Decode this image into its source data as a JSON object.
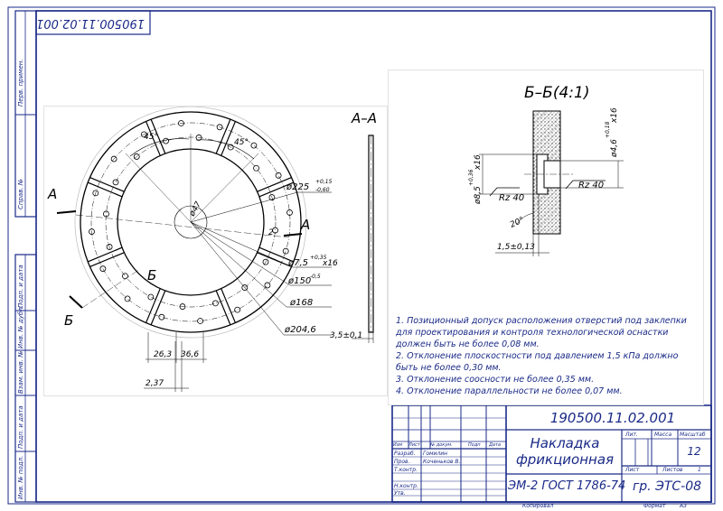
{
  "drawing": {
    "number": "190500.11.02.001",
    "number_rotated": "190500.11.02.001",
    "title_line1": "Накладка",
    "title_line2": "фрикционная",
    "material": "ЭМ-2 ГОСТ 1786-74",
    "group": "гр. ЭТС-08",
    "scale": "12",
    "copied": "Копировал",
    "format_label": "Формат",
    "format_value": "А3",
    "sheets_label": "Листов",
    "sheets_value": "1"
  },
  "title_block": {
    "headers": [
      "Изм",
      "Лист",
      "№ докум.",
      "Подп",
      "Дата"
    ],
    "roles": [
      "Разраб.",
      "Пров.",
      "Т.контр.",
      "Н.контр.",
      "Утв."
    ],
    "names": [
      "Гомилин",
      "Коченьков В."
    ],
    "lit_label": "Лит.",
    "mass_label": "Масса",
    "scale_label": "Масштаб",
    "sheet_label": "Лист"
  },
  "margin_labels": [
    "Перв. примен.",
    "Справ. №",
    "Подп. и дата",
    "Инв. № дубл.",
    "Взам. инв. №",
    "Подп. и дата",
    "Инв. № подл."
  ],
  "section_views": {
    "aa_label": "А–А",
    "bb_label": "Б–Б(4:1)",
    "cut_a": "А",
    "cut_b": "Б"
  },
  "dimensions": {
    "angle1": "45°",
    "angle2": "45°",
    "d225": "ø225",
    "d225_tol_up": "+0,15",
    "d225_tol_dn": "-0,60",
    "d47": "ø47",
    "d7_5": "ø7,5",
    "d7_5_tol": "+0,35",
    "d7_5_count": "х16",
    "d150": "ø150",
    "d150_tol": "-0,5",
    "d168": "ø168",
    "d204": "ø204,6",
    "thick": "3,5±0,1",
    "w26": "26,3",
    "w36": "36,6",
    "w237": "2,37",
    "two": "2",
    "d4_6": "ø4,6",
    "d4_6_tol": "+0,18",
    "d4_6_count": "х16",
    "d8_5": "ø8,5",
    "d8_5_tol": "+0,36",
    "d8_5_count": "х16",
    "rz1": "Rz 40",
    "rz2": "Rz 40",
    "chamfer": "20°",
    "depth": "1,5±0,13"
  },
  "notes": [
    "1. Позиционный допуск расположения отверстий под заклепки",
    "для проектирования и контроля технологической оснастки",
    "должен быть не более 0,08 мм.",
    "2. Отклонение плоскостности под давлением 1,5 кПа должно",
    "быть не более 0,30 мм.",
    "3. Отклонение соосности не более 0,35 мм.",
    "4. Отклонение параллельности не более 0,07 мм."
  ],
  "colors": {
    "frame": "#1a2a88",
    "drawing": "#000000",
    "hatch": "#555555"
  }
}
